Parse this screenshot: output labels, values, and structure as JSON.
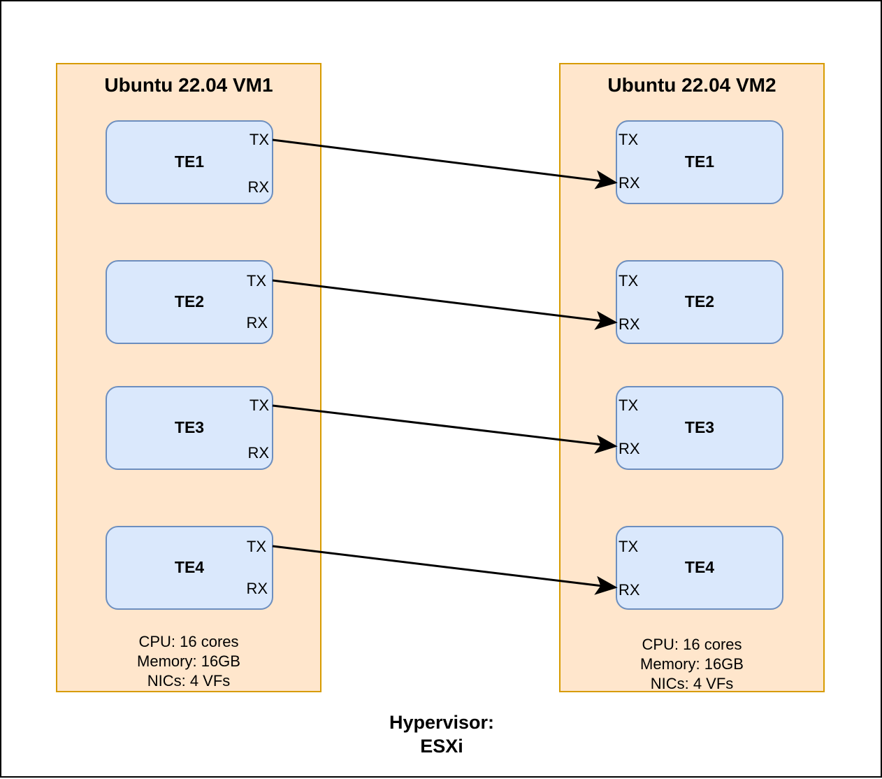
{
  "vm1": {
    "title": "Ubuntu 22.04 VM1",
    "specs": [
      "CPU: 16 cores",
      "Memory: 16GB",
      "NICs: 4 VFs"
    ],
    "engines": [
      {
        "name": "TE1",
        "tx": "TX",
        "rx": "RX"
      },
      {
        "name": "TE2",
        "tx": "TX",
        "rx": "RX"
      },
      {
        "name": "TE3",
        "tx": "TX",
        "rx": "RX"
      },
      {
        "name": "TE4",
        "tx": "TX",
        "rx": "RX"
      }
    ]
  },
  "vm2": {
    "title": "Ubuntu 22.04 VM2",
    "specs": [
      "CPU: 16 cores",
      "Memory: 16GB",
      "NICs: 4 VFs"
    ],
    "engines": [
      {
        "name": "TE1",
        "tx": "TX",
        "rx": "RX"
      },
      {
        "name": "TE2",
        "tx": "TX",
        "rx": "RX"
      },
      {
        "name": "TE3",
        "tx": "TX",
        "rx": "RX"
      },
      {
        "name": "TE4",
        "tx": "TX",
        "rx": "RX"
      }
    ]
  },
  "hypervisor": {
    "label": "Hypervisor:",
    "name": "ESXi"
  },
  "colors": {
    "vm_fill": "#ffe6cc",
    "vm_border": "#d79b00",
    "te_fill": "#dae8fc",
    "te_border": "#6c8ebf",
    "arrow": "#000000"
  }
}
